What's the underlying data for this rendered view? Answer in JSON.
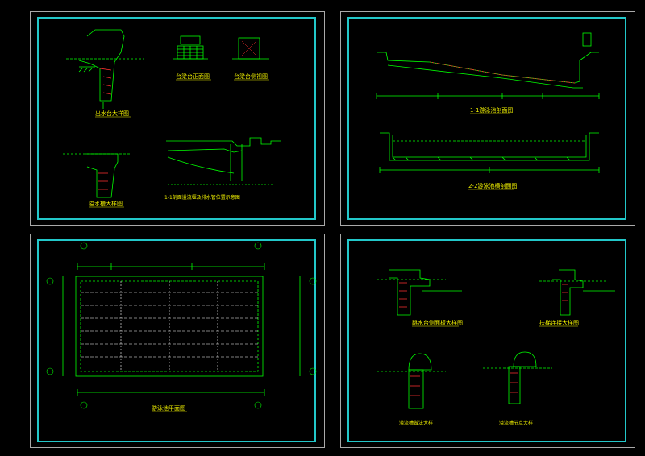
{
  "sheets": [
    {
      "id": "sheet-1",
      "captions": [
        "出水台大样图",
        "台梁台正面图",
        "台梁台侧视图",
        "溢水槽大样图",
        "1-1剖面溢流堰及排水管位置示意图"
      ]
    },
    {
      "id": "sheet-2",
      "captions": [
        "1-1游泳池剖面图",
        "2-2游泳池横剖面图"
      ]
    },
    {
      "id": "sheet-3",
      "captions": [
        "游泳池平面图"
      ]
    },
    {
      "id": "sheet-4",
      "captions": [
        "跳水台侧面板大样图",
        "扶梯连接大样图",
        "溢流槽做法大样",
        "溢流槽节点大样"
      ]
    }
  ],
  "colors": {
    "background": "#000000",
    "frame": "#a9a9a9",
    "border": "#22c7c9",
    "lines": "#00ff00",
    "text": "#f0f000",
    "accent": "#ff3030",
    "dimension": "#ffffff"
  }
}
